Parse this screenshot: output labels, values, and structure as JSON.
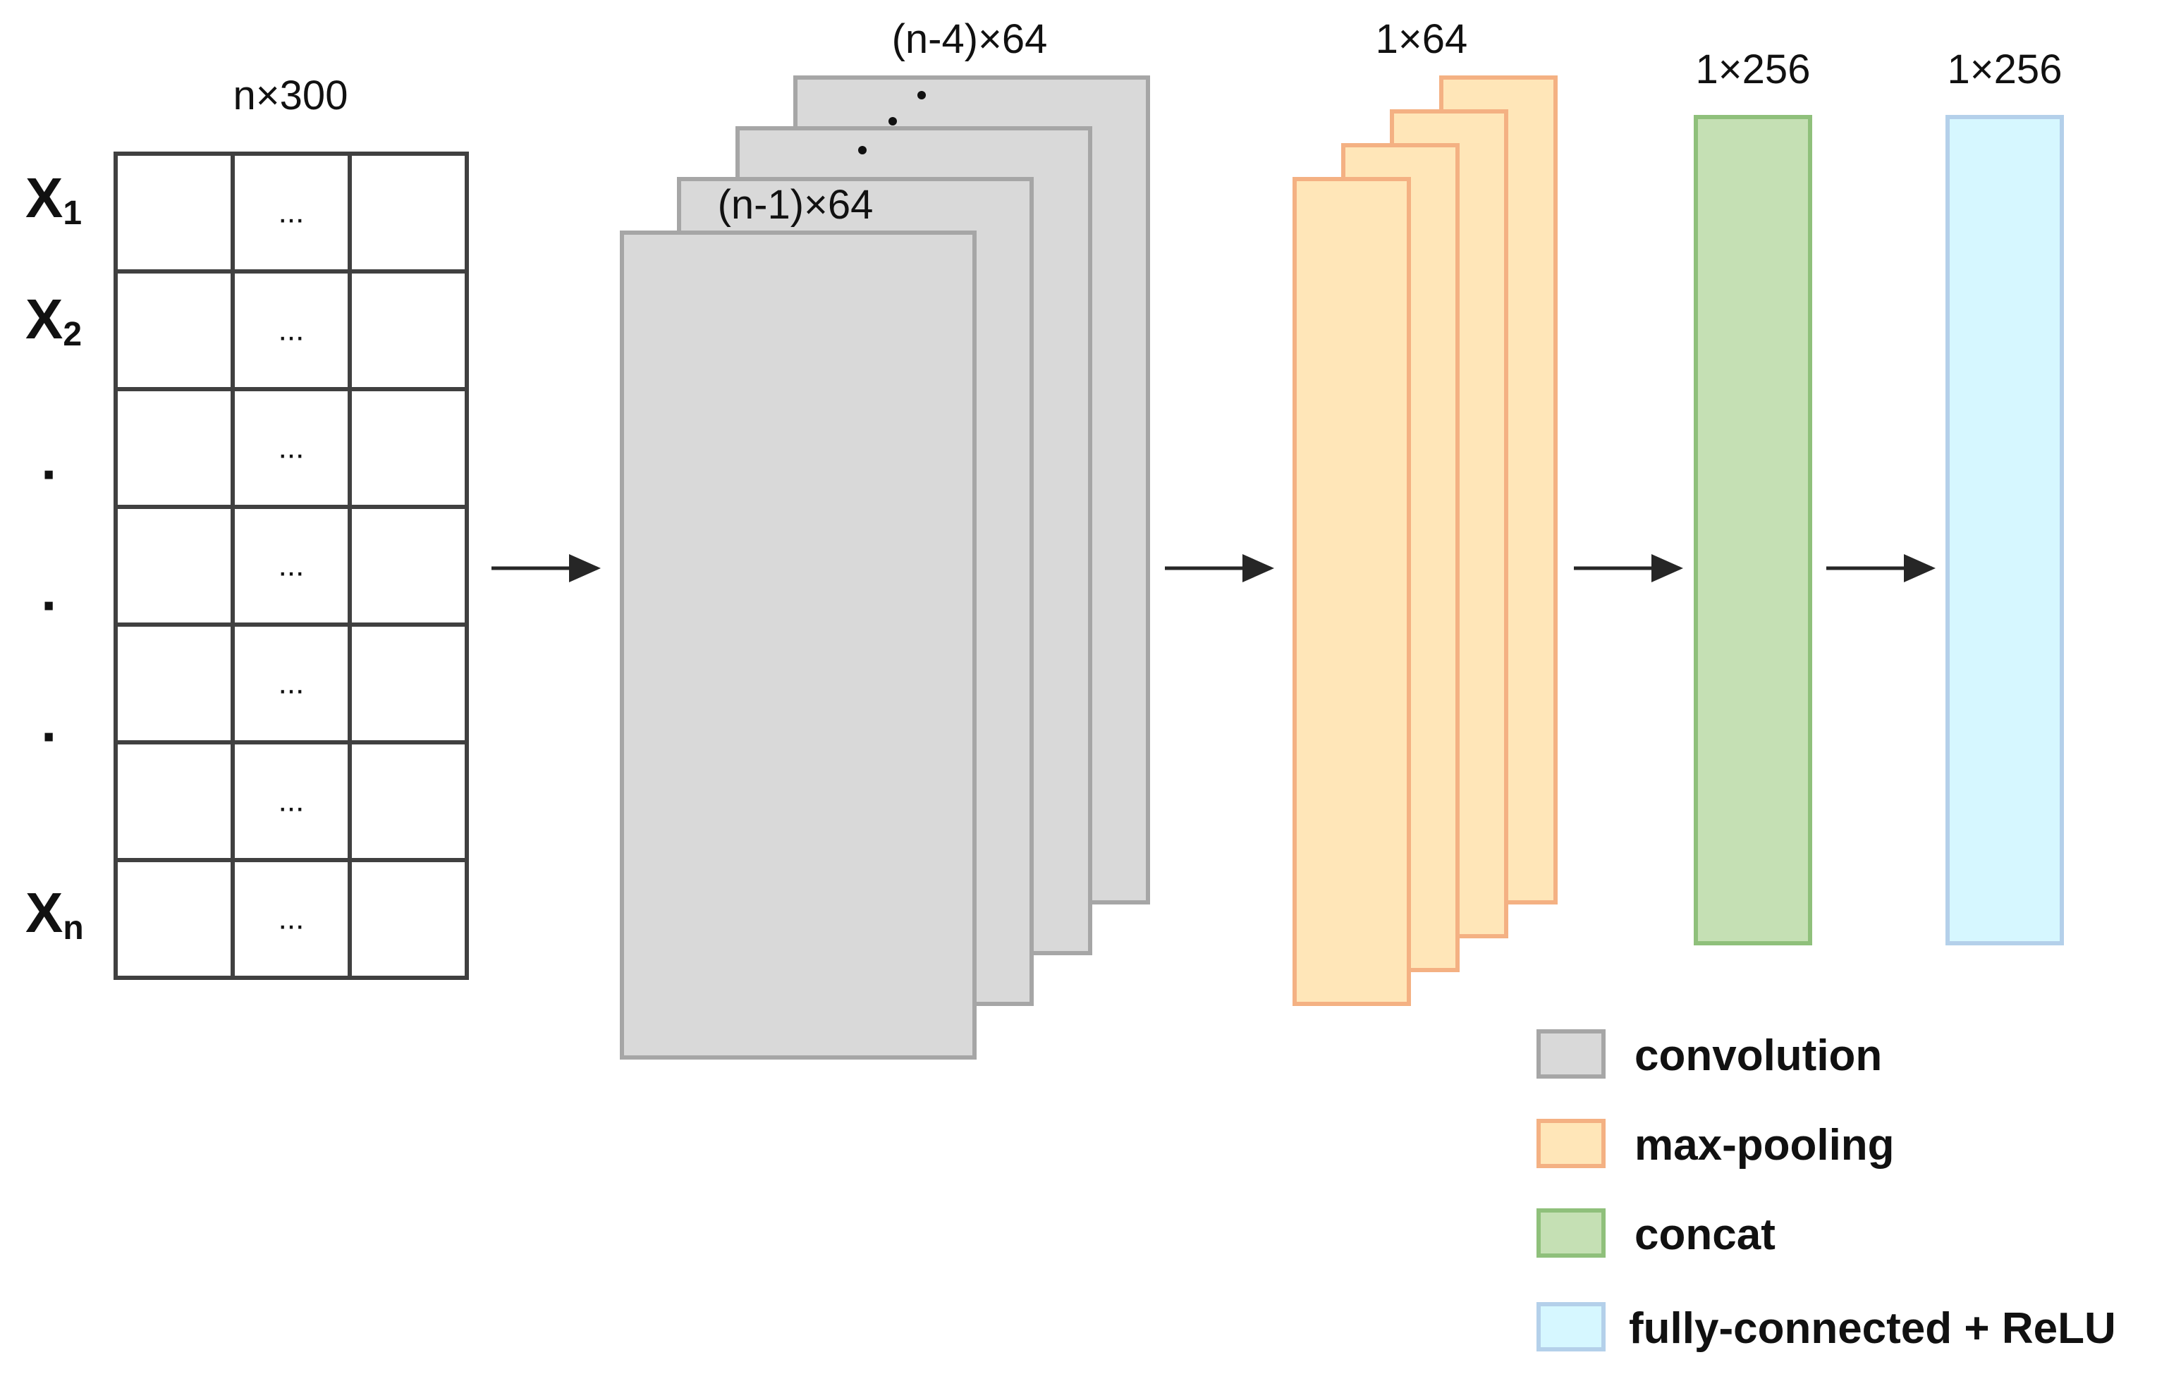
{
  "input": {
    "dim_label": "n×300",
    "cell_text": "...",
    "rows": [
      {
        "base": "X",
        "sub": "1"
      },
      {
        "base": "X",
        "sub": "2"
      },
      {
        "dot": "·"
      },
      {
        "dot": "·"
      },
      {
        "dot": "·"
      },
      {
        "base": "X",
        "sub": "n"
      }
    ]
  },
  "convolution": {
    "back_label": "(n-4)×64",
    "front_label": "(n-1)×64"
  },
  "maxpool": {
    "label": "1×64"
  },
  "concat": {
    "label": "1×256"
  },
  "fc": {
    "label": "1×256"
  },
  "legend": [
    {
      "key": "convolution",
      "label": "convolution",
      "fill": "#d9d9d9",
      "stroke": "#a6a6a6"
    },
    {
      "key": "max-pooling",
      "label": "max-pooling",
      "fill": "#ffe6b8",
      "stroke": "#f4b183"
    },
    {
      "key": "concat",
      "label": "concat",
      "fill": "#c5e0b4",
      "stroke": "#8fc07b"
    },
    {
      "key": "fully-connected",
      "label": "fully-connected + ReLU",
      "fill": "#d6f7ff",
      "stroke": "#b4d0ea"
    }
  ],
  "colors": {
    "grid_stroke": "#404040",
    "arrow": "#262626",
    "conv_fill": "#d9d9d9",
    "conv_stroke": "#a6a6a6",
    "pool_fill": "#ffe6b8",
    "pool_stroke": "#f4b183",
    "concat_fill": "#c5e0b4",
    "concat_stroke": "#8fc07b",
    "fc_fill": "#d6f7ff",
    "fc_stroke": "#b4d0ea"
  }
}
